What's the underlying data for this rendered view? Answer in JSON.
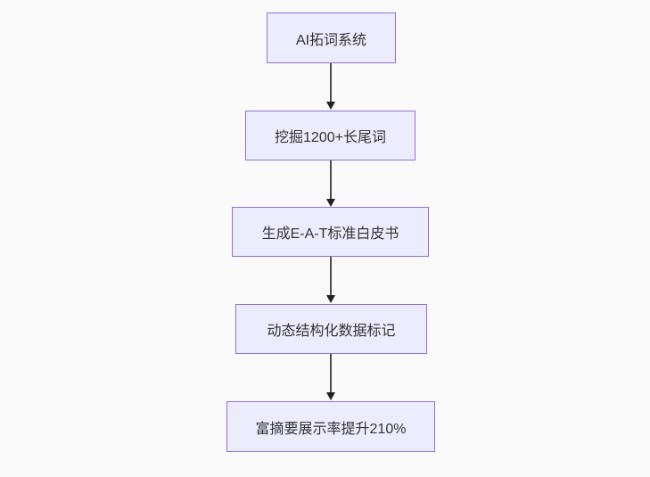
{
  "diagram": {
    "type": "flowchart",
    "direction": "top-down",
    "colors": {
      "background": "#fafafa",
      "node_fill": "#ECECFF",
      "node_border": "#9370DB",
      "node_text": "#333333",
      "arrow_line": "#4d4d4d",
      "arrow_head": "#222222"
    },
    "nodes": [
      {
        "id": "node-1",
        "label": "AI拓词系统"
      },
      {
        "id": "node-2",
        "label": "挖掘1200+长尾词"
      },
      {
        "id": "node-3",
        "label": "生成E-A-T标准白皮书"
      },
      {
        "id": "node-4",
        "label": "动态结构化数据标记"
      },
      {
        "id": "node-5",
        "label": "富摘要展示率提升210%"
      }
    ],
    "edges": [
      {
        "from": "node-1",
        "to": "node-2"
      },
      {
        "from": "node-2",
        "to": "node-3"
      },
      {
        "from": "node-3",
        "to": "node-4"
      },
      {
        "from": "node-4",
        "to": "node-5"
      }
    ]
  }
}
